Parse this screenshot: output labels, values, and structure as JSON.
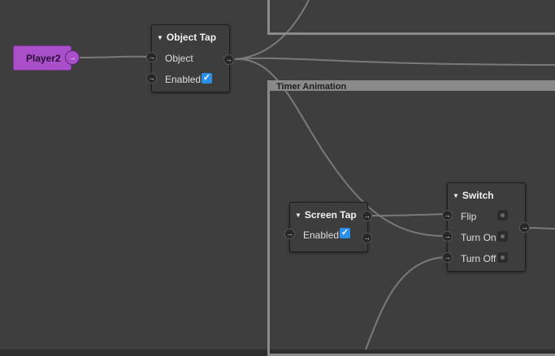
{
  "canvas": {
    "background": "#303030",
    "wire_color": "#7a7a7a"
  },
  "groups": {
    "timer_animation": {
      "title": "Timer Animation"
    }
  },
  "player_node": {
    "label": "Player2",
    "color": "#a84fc9",
    "port_icon": "arrow-right-icon"
  },
  "object_tap": {
    "title": "Object Tap",
    "inputs": [
      "Object",
      "Enabled"
    ],
    "enabled_checked": true
  },
  "screen_tap": {
    "title": "Screen Tap",
    "inputs": [
      "Enabled"
    ],
    "enabled_checked": true
  },
  "switch_node": {
    "title": "Switch",
    "inputs": [
      "Flip",
      "Turn On",
      "Turn Off"
    ]
  },
  "icons": {
    "arrow": "→",
    "check": "✓",
    "collapse": "▼"
  },
  "accent": "#2b8ee8"
}
